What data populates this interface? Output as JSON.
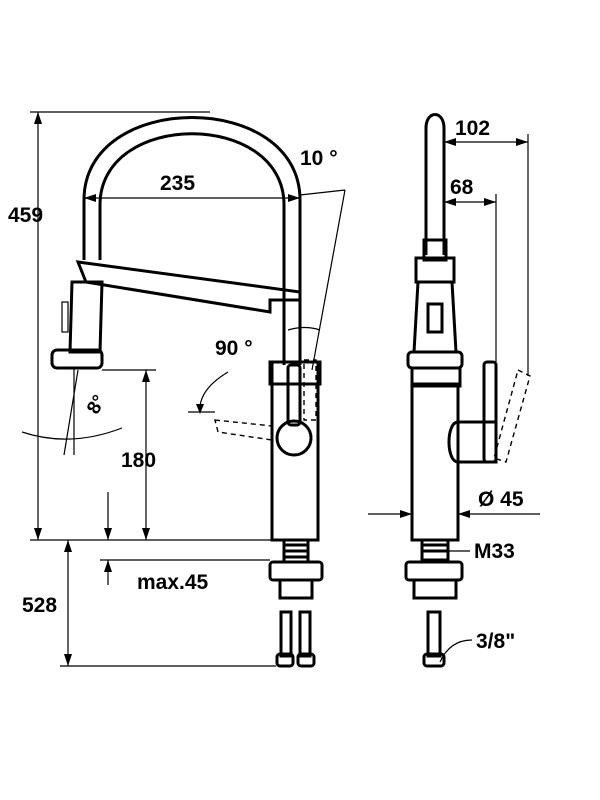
{
  "dimensions": {
    "total_height": "459",
    "reach": "235",
    "spray_angle": "10 °",
    "swivel_angle": "90 °",
    "head_tilt": "8°",
    "spout_height": "180",
    "max_deck_thickness": "max.45",
    "shank_length": "528",
    "side_reach": "102",
    "side_handle_offset": "68",
    "body_diameter": "Ø 45",
    "thread_size": "M33",
    "connector_size": "3/8\""
  }
}
